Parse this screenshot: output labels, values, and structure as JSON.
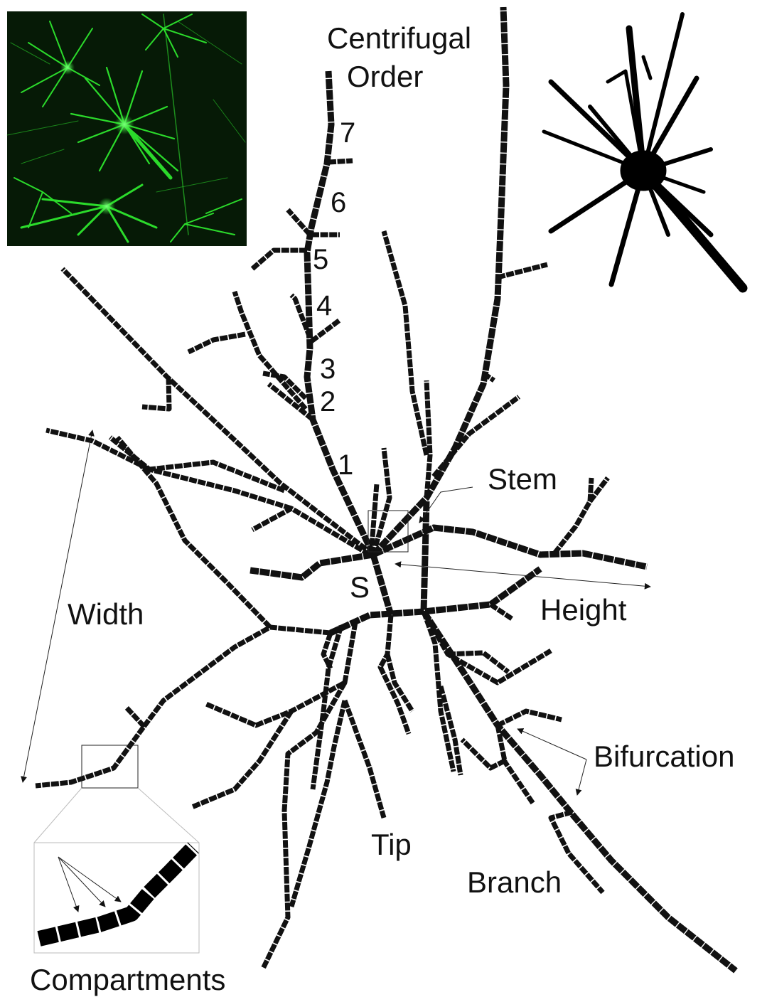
{
  "labels": {
    "centrifugal_line1": "Centrifugal",
    "centrifugal_line2": "Order",
    "order_numbers": [
      "1",
      "2",
      "3",
      "4",
      "5",
      "6",
      "7"
    ],
    "stem": "Stem",
    "soma": "S",
    "width": "Width",
    "height": "Height",
    "bifurcation": "Bifurcation",
    "tip": "Tip",
    "branch": "Branch",
    "compartments": "Compartments"
  },
  "colors": {
    "micrograph_background": "#061a06",
    "micrograph_cell": "#2ee62e",
    "tracing": "#111111",
    "silhouette": "#000000",
    "annotation_line": "#222222"
  },
  "panels": {
    "micrograph": "fluorescence-micrograph-image",
    "silhouette": "cell-silhouette-image",
    "inset": "compartments-zoom-inset"
  }
}
